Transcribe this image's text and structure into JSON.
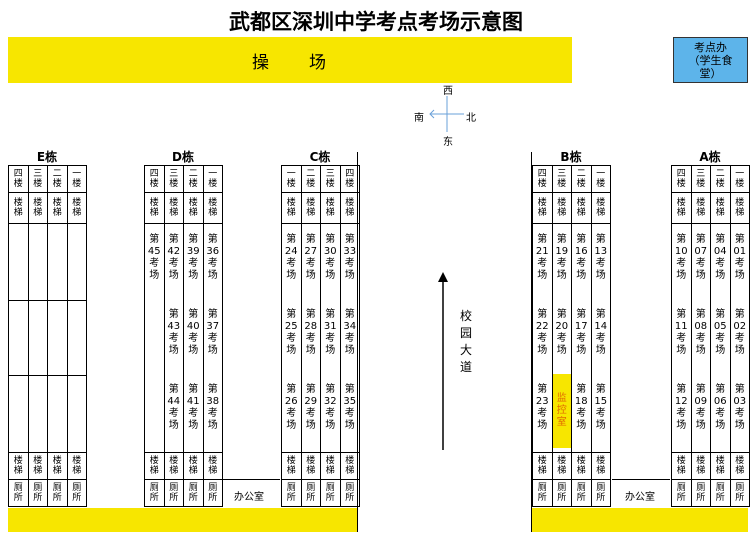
{
  "title": "武都区深圳中学考点考场示意图",
  "playground": "操　　场",
  "exam_office": [
    "考点办",
    "（学生食",
    "堂）"
  ],
  "compass": {
    "north": "北",
    "south": "南",
    "east": "东",
    "west": "西"
  },
  "road": "校园大道",
  "office": "办公室",
  "floor_labels": {
    "4": [
      "四",
      "楼"
    ],
    "3": [
      "三",
      "楼"
    ],
    "2": [
      "二",
      "楼"
    ],
    "1": [
      "一",
      "楼"
    ]
  },
  "stairs": [
    "楼",
    "梯"
  ],
  "toilet": [
    "厕",
    "所"
  ],
  "room_prefix": "第",
  "room_suffix": [
    "考",
    "场"
  ],
  "monitor_room": [
    "监",
    "控",
    "室"
  ],
  "buildings": [
    {
      "name": "E栋",
      "floors": [
        "4",
        "3",
        "2",
        "1"
      ],
      "rooms": [
        [
          null,
          null,
          null,
          null
        ],
        [
          null,
          null,
          null,
          null
        ],
        [
          null,
          null,
          null,
          null
        ]
      ]
    },
    {
      "name": "D栋",
      "floors": [
        "4",
        "3",
        "2",
        "1"
      ],
      "rooms": [
        [
          "45",
          "42",
          "39",
          "36"
        ],
        [
          null,
          "43",
          "40",
          "37"
        ],
        [
          null,
          "44",
          "41",
          "38"
        ]
      ]
    },
    {
      "name": "C栋",
      "floors": [
        "1",
        "2",
        "3",
        "4"
      ],
      "rooms": [
        [
          "24",
          "27",
          "30",
          "33"
        ],
        [
          "25",
          "28",
          "31",
          "34"
        ],
        [
          "26",
          "29",
          "32",
          "35"
        ]
      ]
    },
    {
      "name": "B栋",
      "floors": [
        "4",
        "3",
        "2",
        "1"
      ],
      "rooms": [
        [
          "21",
          "19",
          "16",
          "13"
        ],
        [
          "22",
          "20",
          "17",
          "14"
        ],
        [
          "23",
          "MONITOR",
          "18",
          "15"
        ]
      ]
    },
    {
      "name": "A栋",
      "floors": [
        "4",
        "3",
        "2",
        "1"
      ],
      "rooms": [
        [
          "10",
          "07",
          "04",
          "01"
        ],
        [
          "11",
          "08",
          "05",
          "02"
        ],
        [
          "12",
          "09",
          "06",
          "03"
        ]
      ]
    }
  ]
}
